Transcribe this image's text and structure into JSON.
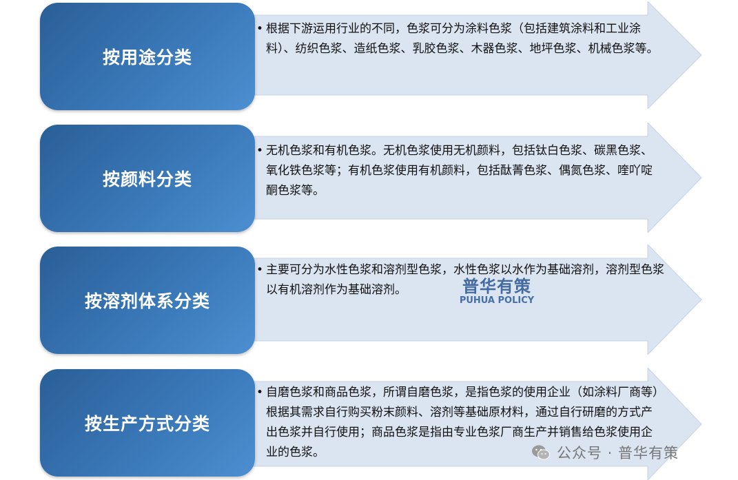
{
  "categories": [
    {
      "label": "按用途分类",
      "text": "根据下游运用行业的不同，色浆可分为涂料色浆（包括建筑涂料和工业涂料）、纺织色浆、造纸色浆、乳胶色浆、木器色浆、地坪色浆、机械色浆等。"
    },
    {
      "label": "按颜料分类",
      "text": "无机色浆和有机色浆。无机色浆使用无机颜料，包括钛白色浆、碳黑色浆、氧化铁色浆等；有机色浆使用有机颜料，包括酞菁色浆、偶氮色浆、喹吖啶酮色浆等。"
    },
    {
      "label": "按溶剂体系分类",
      "text": "主要可分为水性色浆和溶剂型色浆，水性色浆以水作为基础溶剂，溶剂型色浆以有机溶剂作为基础溶剂。"
    },
    {
      "label": "按生产方式分类",
      "text": "自磨色浆和商品色浆，所谓自磨色浆，是指色浆的使用企业（如涂料厂商等）根据其需求自行购买粉末颜料、溶剂等基础原材料，通过自行研磨的方式产出色浆并自行使用；商品色浆是指由专业色浆厂商生产并销售给色浆使用企业的色浆。"
    }
  ],
  "bullet": "•",
  "watermark": {
    "cn": "普华有策",
    "en": "PUHUA POLICY"
  },
  "wechat_watermark": "公众号 · 普华有策",
  "colors": {
    "label_gradient_start": "#2a5f97",
    "label_gradient_end": "#4c8fd0",
    "arrow_fill": "#dbe4f1",
    "arrow_stroke": "#c6d3e6",
    "text": "#111111"
  }
}
